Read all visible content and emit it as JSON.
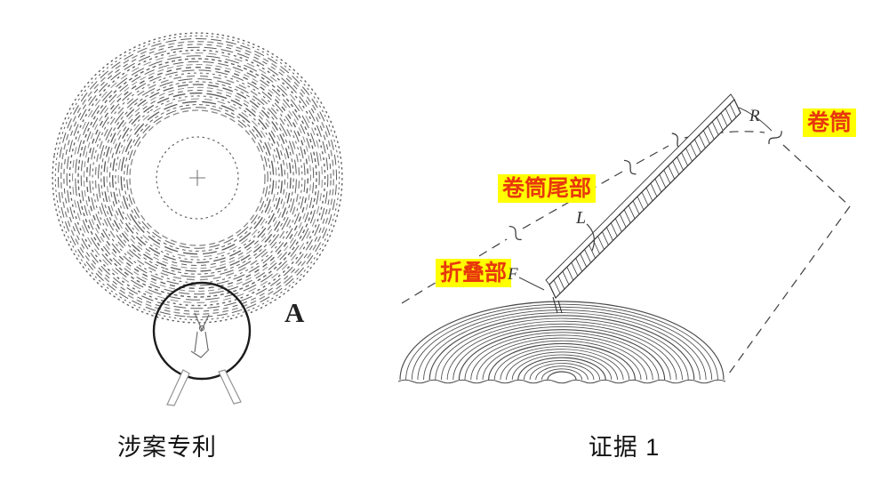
{
  "colors": {
    "annotation_bg": "#ffff00",
    "annotation_text": "#e8380d",
    "ink": "#3a3a3a"
  },
  "left_figure": {
    "caption": "涉案专利",
    "reference_label": "A"
  },
  "right_figure": {
    "caption": "证据 1",
    "labels": {
      "roll": "卷筒",
      "roll_tail": "卷筒尾部",
      "fold": "折叠部"
    },
    "reference_letters": {
      "r": "R",
      "l": "L",
      "f": "F"
    }
  }
}
